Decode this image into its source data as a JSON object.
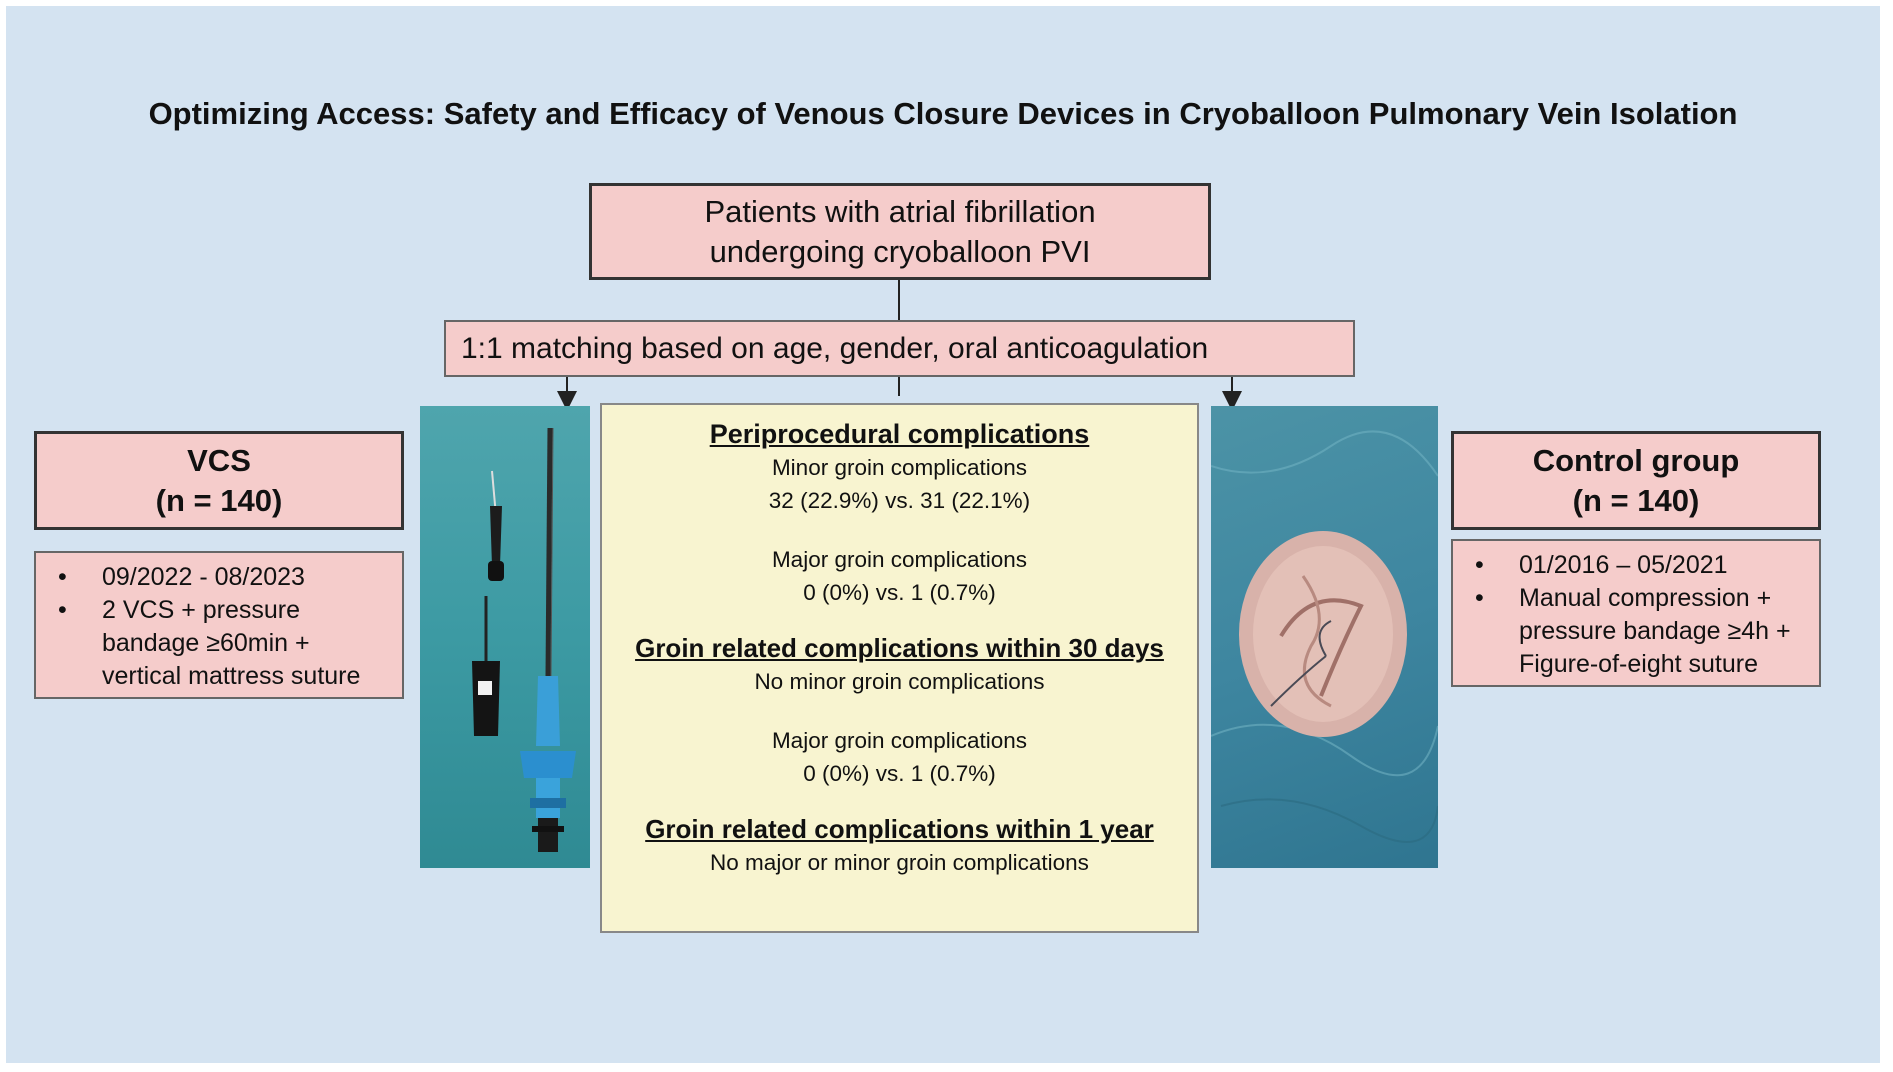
{
  "title": "Optimizing Access: Safety and Efficacy of Venous Closure Devices in Cryoballoon Pulmonary Vein Isolation",
  "patients": {
    "line1": "Patients with atrial fibrillation",
    "line2": "undergoing cryoballoon PVI"
  },
  "matching": "1:1 matching based on age, gender, oral anticoagulation",
  "vcs_group": {
    "name": "VCS",
    "n": "(n = 140)",
    "bullets": [
      "09/2022 - 08/2023",
      "2 VCS + pressure bandage ≥60min + vertical mattress suture"
    ]
  },
  "control_group": {
    "name": "Control group",
    "n": "(n = 140)",
    "bullets": [
      "01/2016 – 05/2021",
      "Manual compression + pressure bandage ≥4h + Figure-of-eight suture"
    ]
  },
  "results": {
    "periprocedural": {
      "heading": "Periprocedural complications",
      "minor_label": "Minor groin complications",
      "minor_value": "32 (22.9%) vs. 31 (22.1%)",
      "major_label": "Major groin complications",
      "major_value": "0 (0%) vs. 1 (0.7%)"
    },
    "within_30_days": {
      "heading": "Groin related complications within 30 days",
      "minor_text": "No minor groin complications",
      "major_label": "Major groin complications",
      "major_value": "0 (0%) vs. 1 (0.7%)"
    },
    "within_1_year": {
      "heading": "Groin related complications within 1 year",
      "text": "No major or minor groin complications"
    }
  },
  "images": {
    "left": "closure-device-photo",
    "right": "groin-suture-photo"
  },
  "colors": {
    "background": "#d4e3f1",
    "group_box": "#f5cccb",
    "results_box": "#f8f4d0"
  }
}
